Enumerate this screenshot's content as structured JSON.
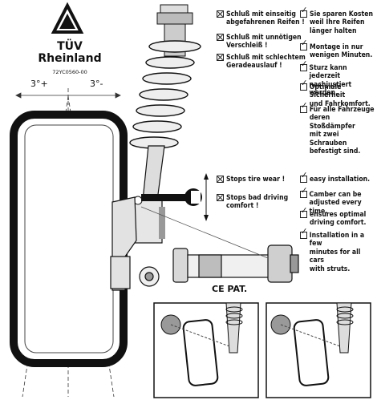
{
  "logo": {
    "name_line1": "TÜV",
    "name_line2": "Rheinland",
    "code": "72YC0560-00"
  },
  "angles": {
    "positive": "3°+",
    "negative": "3°-"
  },
  "certification": "CE PAT.",
  "problems_top": [
    {
      "icon": "x-box-icon",
      "lines": [
        "Schluß mit einseitig",
        "abgefahrenen Reifen !"
      ]
    },
    {
      "icon": "x-box-icon",
      "lines": [
        "Schluß mit unnötigen",
        "Verschleiß !"
      ]
    },
    {
      "icon": "x-box-icon",
      "lines": [
        "Schluß mit schlechtem",
        "Geradeauslauf !"
      ]
    }
  ],
  "benefits_de": [
    {
      "icon": "check-box-icon",
      "lines": [
        "Sie sparen Kosten",
        "weil Ihre Reifen",
        "länger halten"
      ]
    },
    {
      "icon": "check-box-icon",
      "lines": [
        "Montage in nur",
        "wenigen Minuten."
      ]
    },
    {
      "icon": "check-box-icon",
      "lines": [
        "Sturz kann jederzeit",
        "nachjustiert werden."
      ]
    },
    {
      "icon": "check-box-icon",
      "lines": [
        "Optimale Sicherheit",
        "und Fahrkomfort."
      ]
    },
    {
      "icon": "check-box-icon",
      "lines": [
        "Für alle Fahrzeuge",
        "deren Stoßdämpfer",
        "mit zwei Schrauben",
        "befestigt sind."
      ]
    }
  ],
  "problems_en": [
    {
      "icon": "x-box-icon",
      "lines": [
        "Stops tire wear !"
      ]
    },
    {
      "icon": "x-box-icon",
      "lines": [
        "Stops bad driving",
        "comfort !"
      ]
    }
  ],
  "benefits_en": [
    {
      "icon": "check-box-icon",
      "lines": [
        "easy installation."
      ]
    },
    {
      "icon": "check-box-icon",
      "lines": [
        "Camber can be",
        "adjusted every time."
      ]
    },
    {
      "icon": "check-box-icon",
      "lines": [
        "ensures optimal",
        "driving comfort."
      ]
    },
    {
      "icon": "check-box-icon",
      "lines": [
        "Installation in a few",
        "minutes for all cars",
        "with struts."
      ]
    }
  ]
}
